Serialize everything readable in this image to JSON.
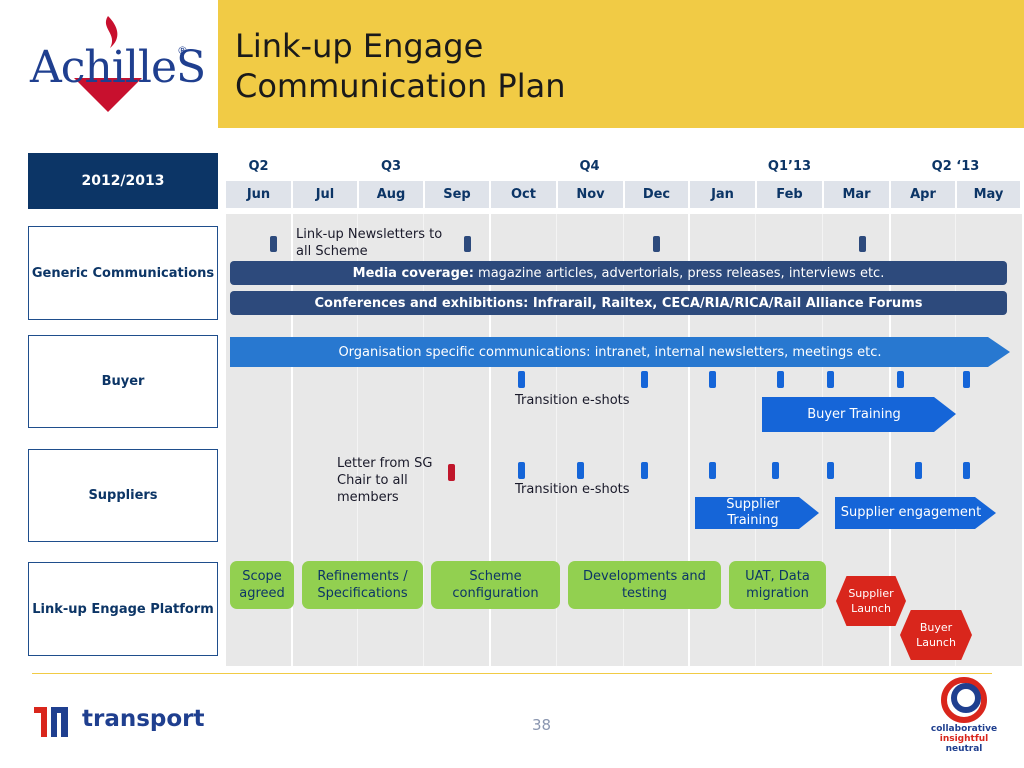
{
  "logo": {
    "text": "AchilleS",
    "registered": "®"
  },
  "title": {
    "line1": "Link-up Engage",
    "line2": "Communication Plan"
  },
  "header": {
    "year": "2012/2013",
    "quarters": [
      "Q2",
      "Q3",
      "Q4",
      "Q1’13",
      "Q2 ‘13"
    ],
    "months": [
      "Jun",
      "Jul",
      "Aug",
      "Sep",
      "Oct",
      "Nov",
      "Dec",
      "Jan",
      "Feb",
      "Mar",
      "Apr",
      "May"
    ]
  },
  "rows": {
    "generic": "Generic Communications",
    "buyer": "Buyer",
    "suppliers": "Suppliers",
    "platform": "Link-up Engage Platform"
  },
  "generic": {
    "newsletter_note": "Link-up Newsletters to all Scheme",
    "media_bold": "Media coverage:",
    "media_rest": " magazine articles, advertorials, press releases, interviews etc.",
    "conferences": "Conferences and exhibitions: Infrarail, Railtex, CECA/RIA/RICA/Rail Alliance Forums"
  },
  "buyer": {
    "org_comms": "Organisation specific communications: intranet, internal newsletters, meetings etc.",
    "transition": "Transition e-shots",
    "training": "Buyer Training"
  },
  "suppliers": {
    "letter": "Letter from SG Chair to all members",
    "transition": "Transition e-shots",
    "training": "Supplier Training",
    "engagement": "Supplier engagement"
  },
  "platform": {
    "scope": "Scope agreed",
    "refinements": "Refinements / Specifications",
    "scheme": "Scheme configuration",
    "developments": "Developments and testing",
    "uat": "UAT, Data migration",
    "supplier_launch": "Supplier Launch",
    "buyer_launch": "Buyer Launch"
  },
  "footer": {
    "brand": "transport",
    "page": "38",
    "tagline1": "collaborative",
    "tagline2": "insightful",
    "tagline3": "neutral"
  },
  "colors": {
    "navy": "#0c3566",
    "bar_navy": "#2d4a7c",
    "blue": "#2878d0",
    "yellow": "#f1cb45",
    "green": "#92d050",
    "red": "#d9261c"
  }
}
